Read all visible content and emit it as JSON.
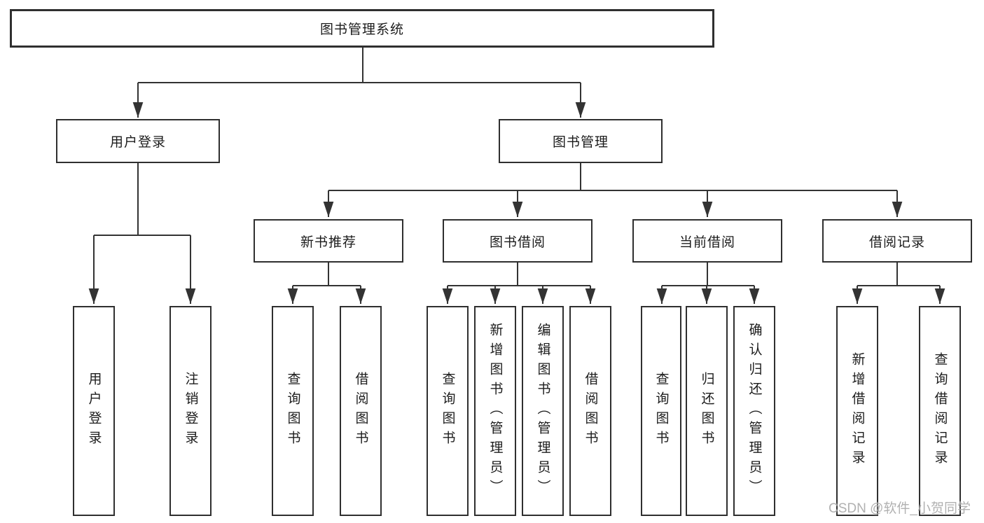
{
  "tree": {
    "root": {
      "label": "图书管理系统",
      "children": [
        {
          "label": "用户登录",
          "children": [
            {
              "label": "用户登录"
            },
            {
              "label": "注销登录"
            }
          ]
        },
        {
          "label": "图书管理",
          "children": [
            {
              "label": "新书推荐",
              "children": [
                {
                  "label": "查询图书"
                },
                {
                  "label": "借阅图书"
                }
              ]
            },
            {
              "label": "图书借阅",
              "children": [
                {
                  "label": "查询图书"
                },
                {
                  "label": "新增图书（管理员）"
                },
                {
                  "label": "编辑图书（管理员）"
                },
                {
                  "label": "借阅图书"
                }
              ]
            },
            {
              "label": "当前借阅",
              "children": [
                {
                  "label": "查询图书"
                },
                {
                  "label": "归还图书"
                },
                {
                  "label": "确认归还（管理员）"
                }
              ]
            },
            {
              "label": "借阅记录",
              "children": [
                {
                  "label": "新增借阅记录"
                },
                {
                  "label": "查询借阅记录"
                }
              ]
            }
          ]
        }
      ]
    }
  },
  "watermark": {
    "text": "CSDN @软件_小贺同学"
  },
  "colors": {
    "line": "#333333",
    "box_border": "#2f2f2f",
    "text": "#1c1c1c",
    "watermark": "#ababab",
    "background": "#ffffff"
  }
}
